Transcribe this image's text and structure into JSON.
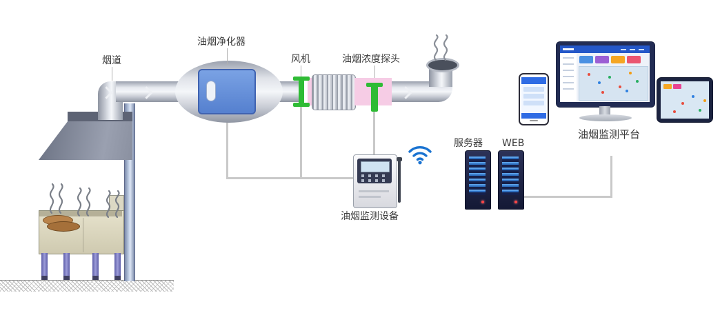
{
  "diagram": {
    "labels": {
      "flue": "烟道",
      "purifier": "油烟净化器",
      "fan": "风机",
      "probe": "油烟浓度探头",
      "monitoring_device": "油烟监测设备",
      "server": "服务器",
      "web": "WEB",
      "platform": "油烟监测平台"
    },
    "colors": {
      "duct_gray": "#c5c9d2",
      "duct_pink": "#f6cce5",
      "purifier_panel_blue": "#6b96dc",
      "fan_green": "#2fbb35",
      "probe_green": "#2fbb35",
      "connector_gray": "#c9c9c9",
      "wifi_blue": "#1a73d1",
      "server_body": "#1d2347",
      "server_slat_blue": "#4a90e2",
      "dashboard_header_blue": "#2457c8",
      "stove_beige": "#ddd8be",
      "leg_purple": "#6a6ab0"
    }
  }
}
